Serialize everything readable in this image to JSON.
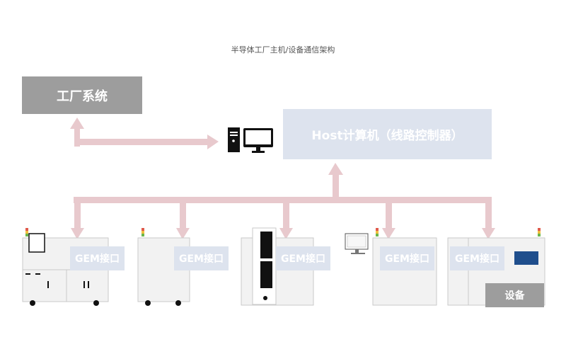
{
  "caption": "半导体工厂主机/设备通信架构",
  "factory_system": {
    "label": "工厂系统"
  },
  "host": {
    "label": "Host计算机（线路控制器）"
  },
  "gem_interfaces": [
    {
      "label": "GEM接口"
    },
    {
      "label": "GEM接口"
    },
    {
      "label": "GEM接口"
    },
    {
      "label": "GEM接口"
    },
    {
      "label": "GEM接口"
    }
  ],
  "equipment": {
    "label": "设备"
  },
  "icons": [
    "computer-tower-icon",
    "monitor-icon"
  ],
  "colors": {
    "connector": "#e8c9cd",
    "host_box": "#dde3ee",
    "factory_box": "#9d9d9d",
    "machine_fill": "#f2f2f2",
    "machine_stroke": "#c9c9c9"
  }
}
